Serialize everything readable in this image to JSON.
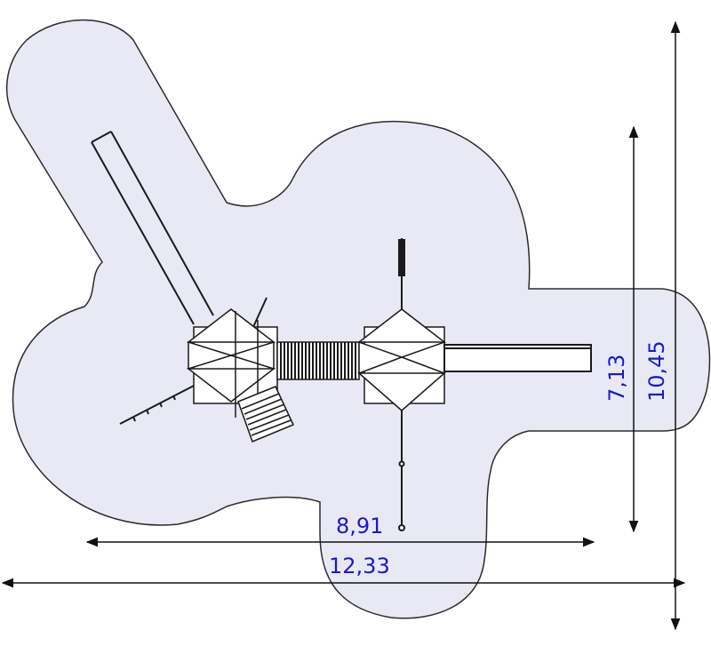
{
  "colors": {
    "safety_zone_fill": "#e9e9f6",
    "safety_zone_stroke": "#2b2b2b",
    "dimension_text": "#1a1acc",
    "equipment_stroke": "#1a1a1a",
    "panel_fill": "#ffffff"
  },
  "dimensions": {
    "inner_width": "8,91",
    "overall_width": "12,33",
    "inner_height": "7,13",
    "overall_height": "10,45"
  }
}
